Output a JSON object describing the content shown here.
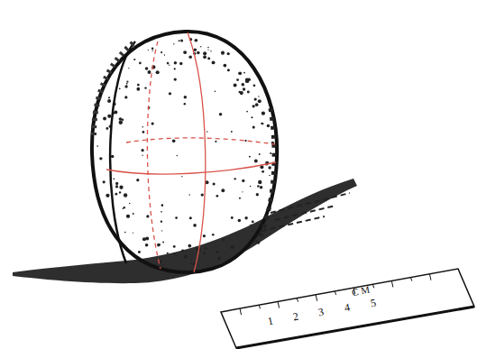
{
  "diagram": {
    "labels": [
      "CM",
      "1",
      "2",
      "3",
      "4",
      "5"
    ]
  }
}
